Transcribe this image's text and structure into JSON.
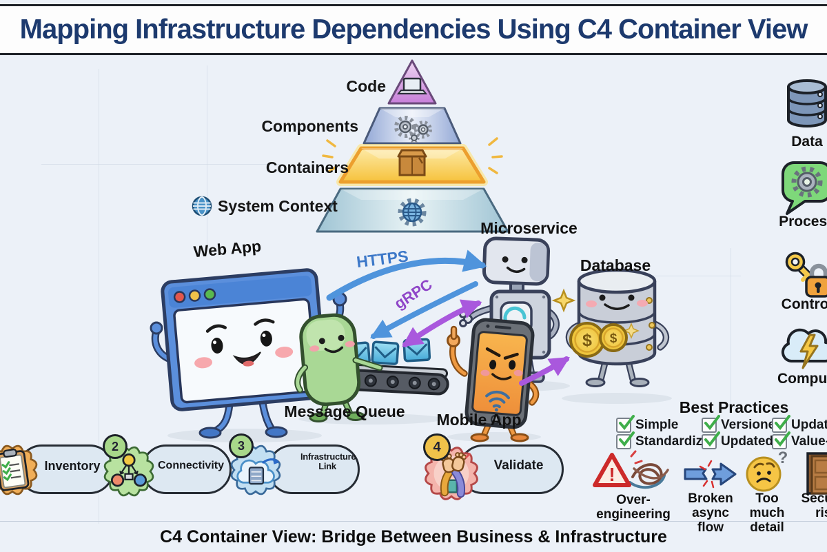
{
  "header": {
    "title": "Mapping Infrastructure Dependencies Using C4 Container View"
  },
  "colors": {
    "title_text": "#1d3a6e",
    "https_label": "#3d78c8",
    "grpc_label": "#8f46c8",
    "arrow_blue": "#4f94dc",
    "arrow_purple": "#a958dd",
    "containers_highlight": "#f5c443",
    "check_green": "#3fae4a"
  },
  "pyramid": {
    "levels": [
      {
        "label": "Code",
        "icon": "laptop-icon"
      },
      {
        "label": "Components",
        "icon": "gears-icon"
      },
      {
        "label": "Containers",
        "icon": "package-box-icon",
        "highlighted": true
      },
      {
        "label": "System Context",
        "icon": "globe-icon"
      }
    ]
  },
  "diagram": {
    "nodes": [
      {
        "label": "Web App",
        "icon": "browser-character"
      },
      {
        "label": "Message Queue",
        "icon": "conveyor-character"
      },
      {
        "label": "Microservice",
        "icon": "robot-character"
      },
      {
        "label": "Mobile App",
        "icon": "phone-character"
      },
      {
        "label": "Database",
        "icon": "database-character"
      }
    ],
    "edges": [
      {
        "label": "HTTPS",
        "color": "#3d78c8"
      },
      {
        "label": "gRPC",
        "color": "#8f46c8"
      }
    ],
    "coin_symbol": "$"
  },
  "legend": {
    "items": [
      {
        "label": "Data",
        "icon": "database-icon"
      },
      {
        "label": "Process",
        "icon": "speech-bubble-gear-icon"
      },
      {
        "label": "Control",
        "icon": "key-lock-icon"
      },
      {
        "label": "Compute",
        "icon": "cloud-bolt-icon"
      }
    ]
  },
  "steps": {
    "items": [
      {
        "number": "",
        "label": "Inventory",
        "icon": "clipboard-checklist-icon"
      },
      {
        "number": "2",
        "label": "Connectivity",
        "icon": "node-diagram-icon"
      },
      {
        "number": "3",
        "label": "Infrastructure Link",
        "icon": "cloud-server-icon"
      },
      {
        "number": "4",
        "label": "Validate",
        "icon": "high-five-icon"
      }
    ]
  },
  "best_practices": {
    "title": "Best Practices",
    "columns": [
      [
        "Simple",
        "Standardized"
      ],
      [
        "Versioned",
        "Updated"
      ],
      [
        "Update",
        "Value-focused"
      ]
    ]
  },
  "anti_patterns": {
    "items": [
      {
        "label": "Over-engineering",
        "icon": "warning-tangle-icon",
        "glyph": "!"
      },
      {
        "label": "Broken async flow",
        "icon": "broken-arrow-icon"
      },
      {
        "label": "Too much detail",
        "icon": "worried-face-icon",
        "glyph": "?"
      },
      {
        "label": "Security risk",
        "icon": "door-icon"
      }
    ]
  },
  "footer": {
    "caption": "C4 Container View: Bridge Between Business & Infrastructure"
  }
}
